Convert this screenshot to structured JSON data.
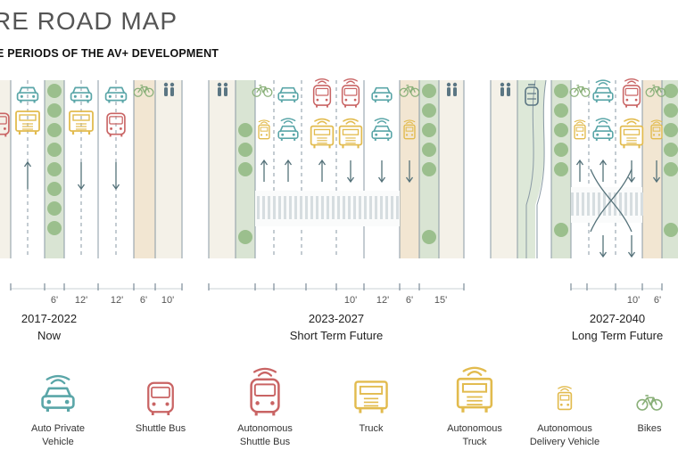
{
  "header": {
    "title": "RE ROAD MAP",
    "subtitle": "E PERIODS OF THE AV+ DEVELOPMENT"
  },
  "colors": {
    "teal": "#5aa6a8",
    "red": "#c96464",
    "yellow": "#e2bb4e",
    "green": "#8ab079",
    "tree": "#9bbf8d",
    "strip": "#d9e4d3",
    "bike_lane": "#f2e6d2",
    "sidewalk": "#f4f1e8",
    "line": "#8a9aa5"
  },
  "eras": [
    {
      "years": "2017-2022",
      "name": "Now",
      "dimensions": [
        "6'",
        "12'",
        "12'",
        "6'",
        "10'"
      ]
    },
    {
      "years": "2023-2027",
      "name": "Short Term Future",
      "dimensions": [
        "10'",
        "12'",
        "6'",
        "15'"
      ]
    },
    {
      "years": "2027-2040",
      "name": "Long Term Future",
      "dimensions": [
        "10'",
        "6'"
      ]
    }
  ],
  "legend": [
    {
      "label": "Auto Private\nVehicle",
      "icon": "autonomous-car-icon"
    },
    {
      "label": "Shuttle Bus",
      "icon": "shuttle-bus-icon"
    },
    {
      "label": "Autonomous\nShuttle Bus",
      "icon": "autonomous-shuttle-bus-icon"
    },
    {
      "label": "Truck",
      "icon": "truck-icon"
    },
    {
      "label": "Autonomous\nTruck",
      "icon": "autonomous-truck-icon"
    },
    {
      "label": "Autonomous\nDelivery Vehicle",
      "icon": "delivery-vehicle-icon"
    },
    {
      "label": "Bikes",
      "icon": "bike-icon"
    }
  ]
}
